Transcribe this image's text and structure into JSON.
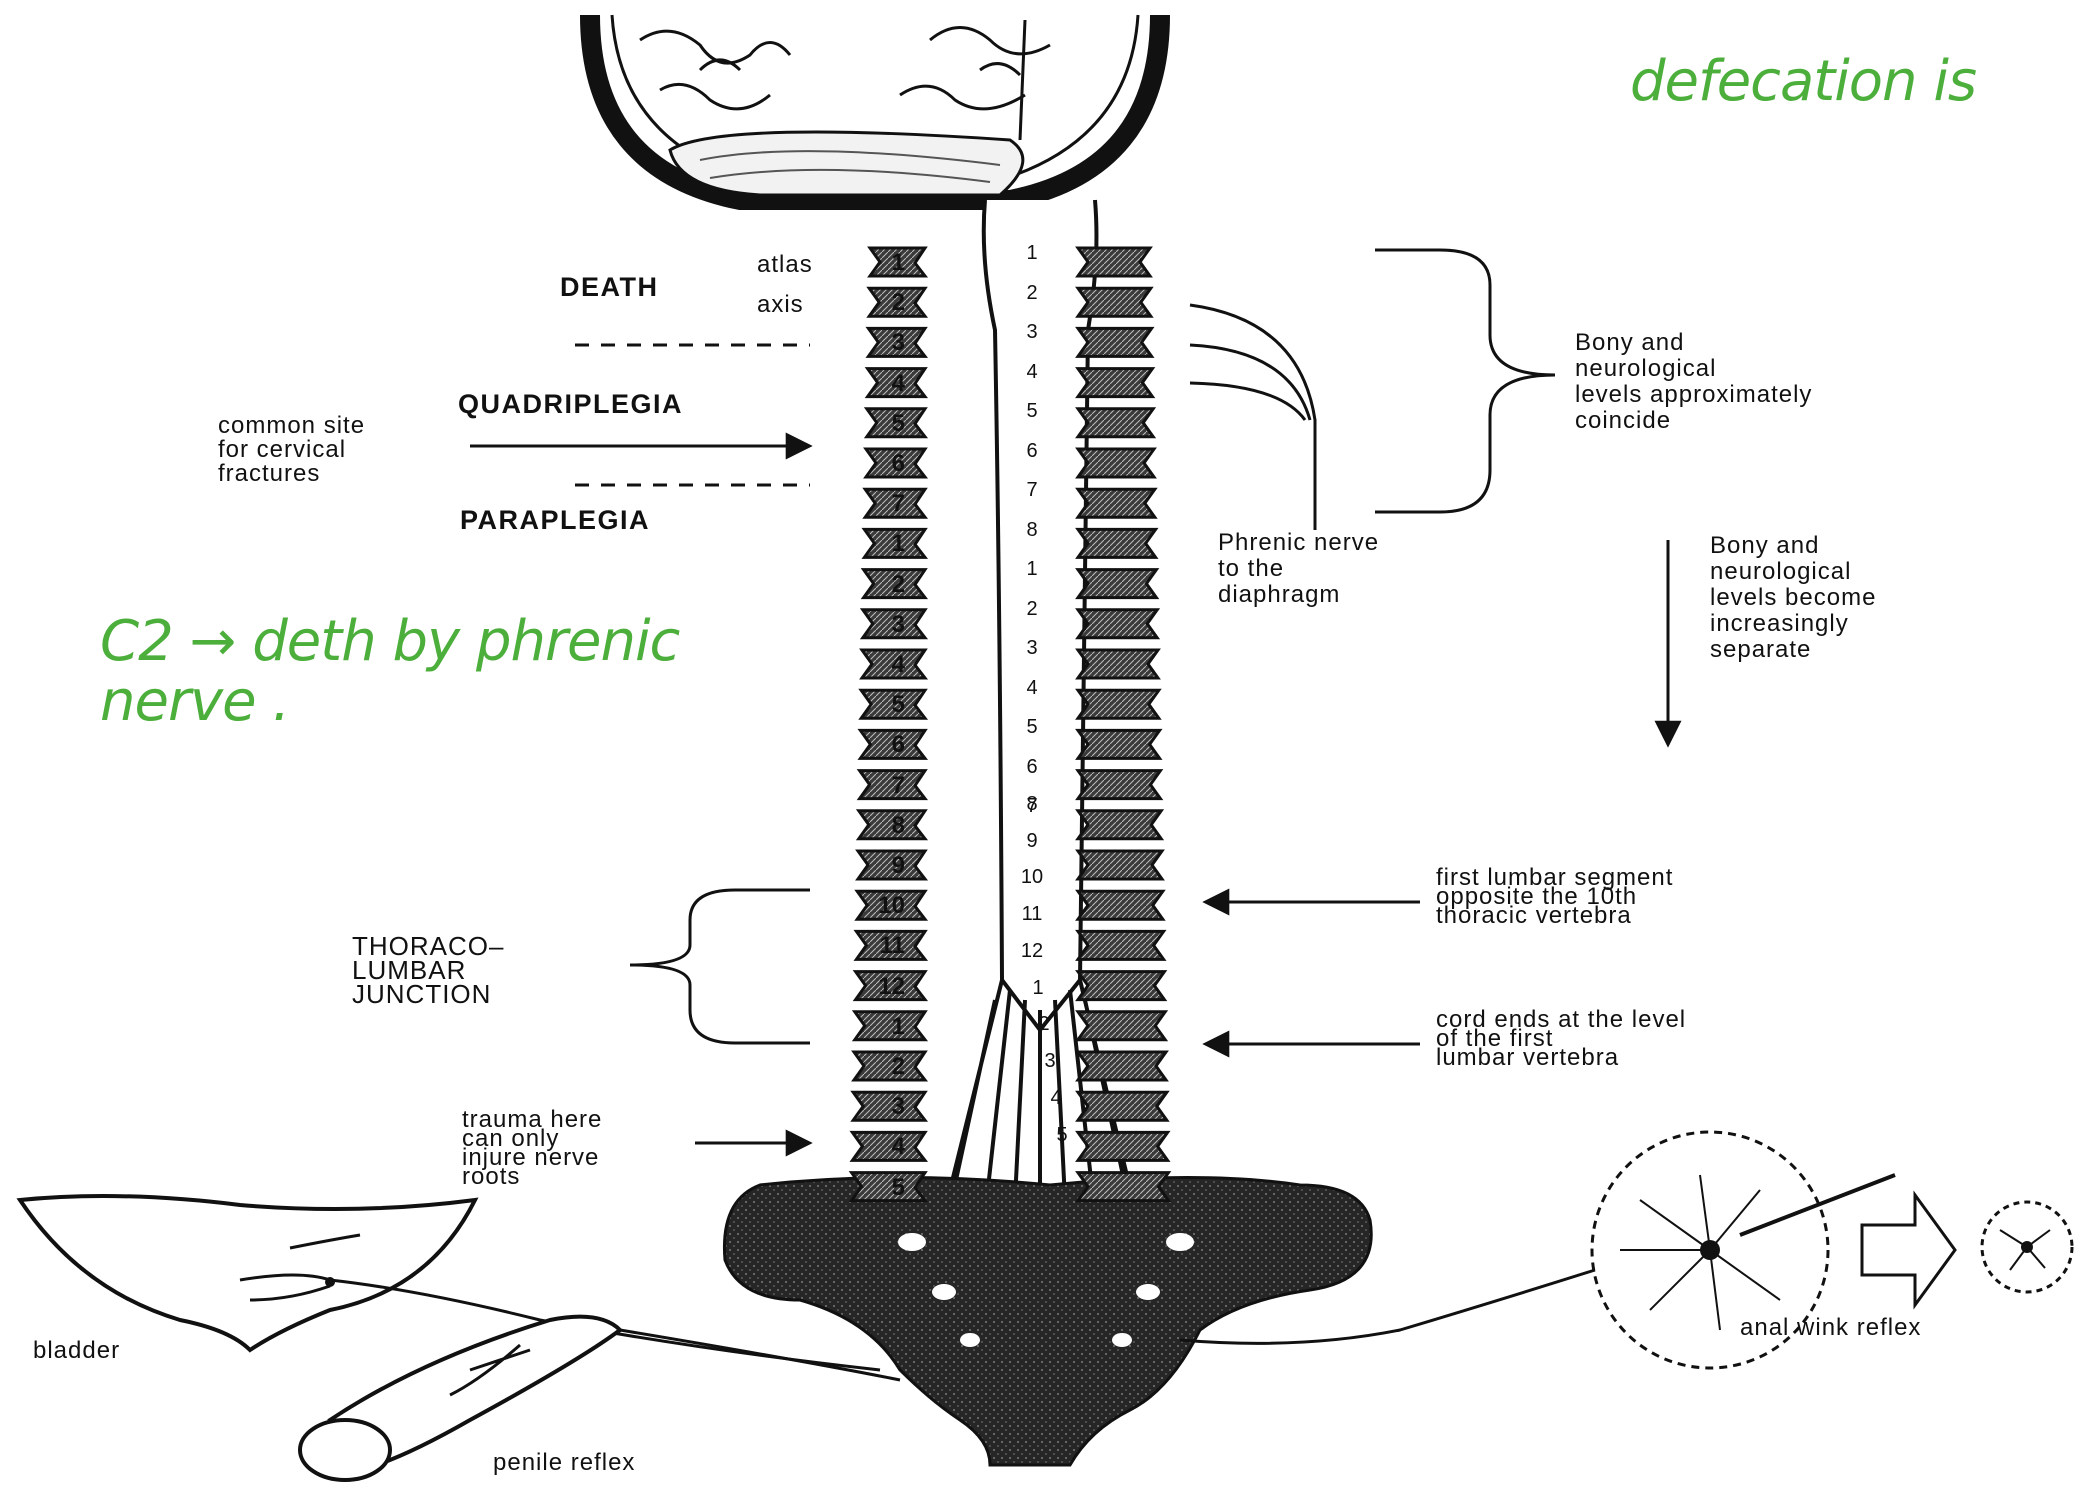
{
  "labels": {
    "atlas": "atlas",
    "axis": "axis",
    "death": "DEATH",
    "quadriplegia": "QUADRIPLEGIA",
    "common_site": "common site\nfor cervical\nfractures",
    "paraplegia": "PARAPLEGIA",
    "thoracolumbar": "THORACO–\nLUMBAR\nJUNCTION",
    "trauma": "trauma here\ncan only\ninjure nerve\nroots",
    "bladder": "bladder",
    "penile_reflex": "penile reflex",
    "anal_wink": "anal wink reflex",
    "bony_coincide": "Bony and\nneurological\nlevels approximately\ncoincide",
    "phrenic": "Phrenic nerve\nto the\ndiaphragm",
    "bony_separate": "Bony and\nneurological\nlevels become\nincreasingly\nseparate",
    "first_lumbar": "first lumbar segment\nopposite the 10th\nthoracic vertebra",
    "cord_ends": "cord ends at the level\nof the first\nlumbar vertebra"
  },
  "handwritten": {
    "note_c2": "C2 → deth by phrenic\n         nerve .",
    "note_defecation": "defecation  is"
  },
  "vertebra_numbers": [
    "1",
    "2",
    "3",
    "4",
    "5",
    "6",
    "7",
    "1",
    "2",
    "3",
    "4",
    "5",
    "6",
    "7",
    "8",
    "9",
    "10",
    "11",
    "12",
    "1",
    "2",
    "3",
    "4",
    "5"
  ],
  "segment_numbers": [
    "1",
    "2",
    "3",
    "4",
    "5",
    "6",
    "7",
    "8",
    "1",
    "2",
    "3",
    "4",
    "5",
    "6",
    "7",
    "8",
    "9",
    "10",
    "11",
    "12",
    "1",
    "2",
    "3",
    "4",
    "5"
  ],
  "colors": {
    "ink": "#111111",
    "bone_fill": "#2b2b2b",
    "handwriting": "#4caf3c"
  }
}
